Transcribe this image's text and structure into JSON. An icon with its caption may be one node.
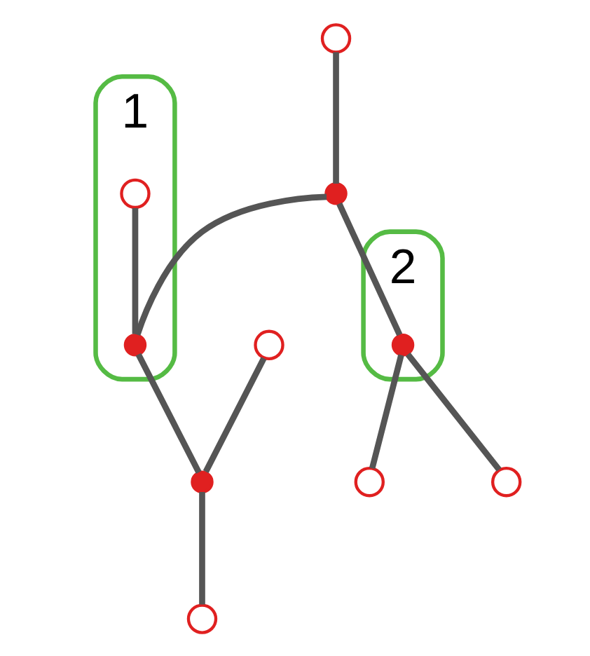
{
  "diagram": {
    "nodes": [
      {
        "text": [],
        "shape": "circle"
      },
      {
        "text": [],
        "shape": "cross"
      },
      {
        "text": [
          "1"
        ]
      },
      {
        "text": [],
        "shape": "circle",
        "in": 2
      },
      {
        "text": [],
        "shape": "cross",
        "in": 2
      },
      {
        "text": [
          "2"
        ]
      },
      {
        "text": [],
        "shape": "cross",
        "in": 5
      },
      {
        "text": [],
        "shape": "cross"
      },
      {
        "text": [],
        "shape": "circle"
      },
      {
        "text": [],
        "shape": "circle"
      },
      {
        "text": [],
        "shape": "circle"
      },
      {
        "text": [],
        "shape": "circle"
      }
    ],
    "edges": [
      {
        "from": 0,
        "to": 1,
        "arrow": "none"
      },
      {
        "from": 1,
        "to": 4,
        "arrow": "none"
      },
      {
        "from": 3,
        "to": 4,
        "arrow": "none"
      },
      {
        "from": 1,
        "to": 6,
        "arrow": "none"
      },
      {
        "from": 4,
        "to": 7,
        "arrow": "none"
      },
      {
        "from": 8,
        "to": 7,
        "arrow": "none"
      },
      {
        "from": 7,
        "to": 10,
        "arrow": "none"
      },
      {
        "from": 6,
        "to": 9,
        "arrow": "none"
      },
      {
        "from": 6,
        "to": 11,
        "arrow": "none"
      }
    ]
  }
}
